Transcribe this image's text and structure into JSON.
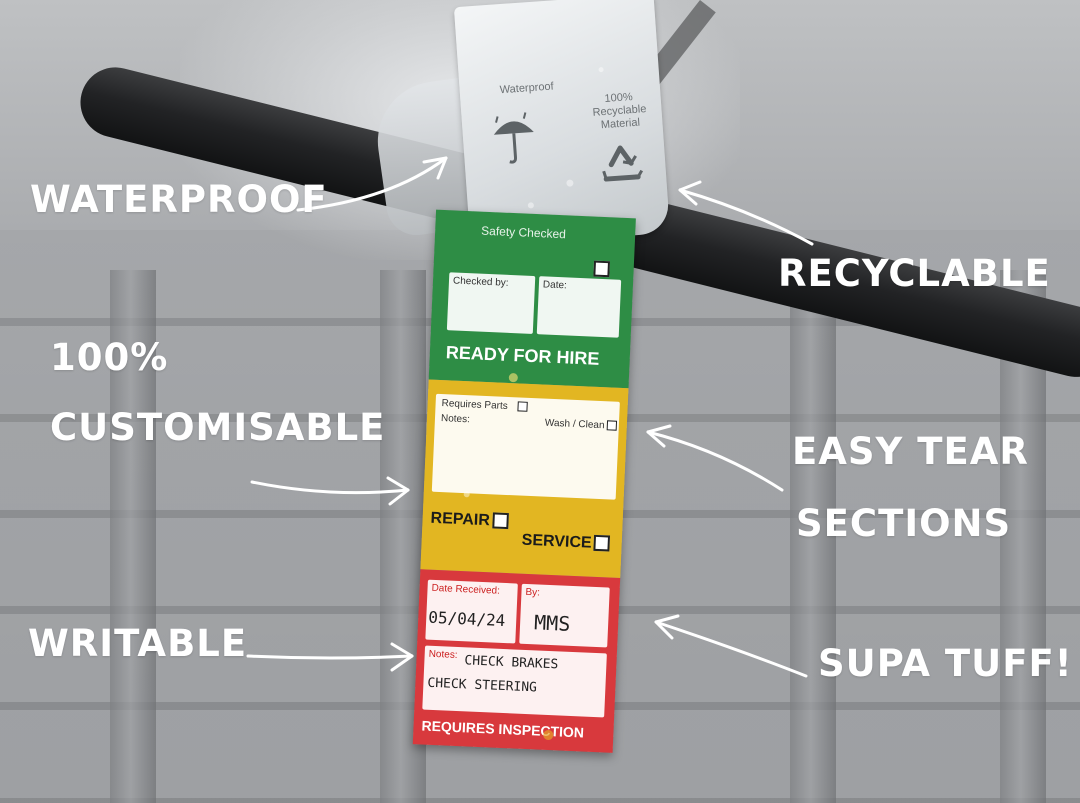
{
  "annotations": {
    "waterproof": "WATERPROOF",
    "recyclable": "RECYCLABLE",
    "customisable_line1": "100%",
    "customisable_line2": "CUSTOMISABLE",
    "easy_tear_line1": "EASY TEAR",
    "easy_tear_line2": "SECTIONS",
    "writable": "WRITABLE",
    "supa_tuff": "SUPA TUFF!"
  },
  "loop": {
    "waterproof_label": "Waterproof",
    "recyclable_label_1": "100%",
    "recyclable_label_2": "Recyclable",
    "recyclable_label_3": "Material"
  },
  "tag": {
    "green": {
      "header": "Safety Checked",
      "checked_by": "Checked by:",
      "date": "Date:",
      "status": "READY FOR HIRE",
      "color": "#2e8d45"
    },
    "yellow": {
      "requires_parts": "Requires Parts",
      "notes": "Notes:",
      "wash_clean": "Wash / Clean",
      "repair": "REPAIR",
      "service": "SERVICE",
      "color": "#e2b622"
    },
    "red": {
      "date_received": "Date Received:",
      "date_value": "05/04/24",
      "by": "By:",
      "by_value": "MMS",
      "notes": "Notes:",
      "note_line1": "CHECK BRAKES",
      "note_line2": "CHECK STEERING",
      "status": "REQUIRES INSPECTION",
      "color": "#d8393d"
    }
  }
}
